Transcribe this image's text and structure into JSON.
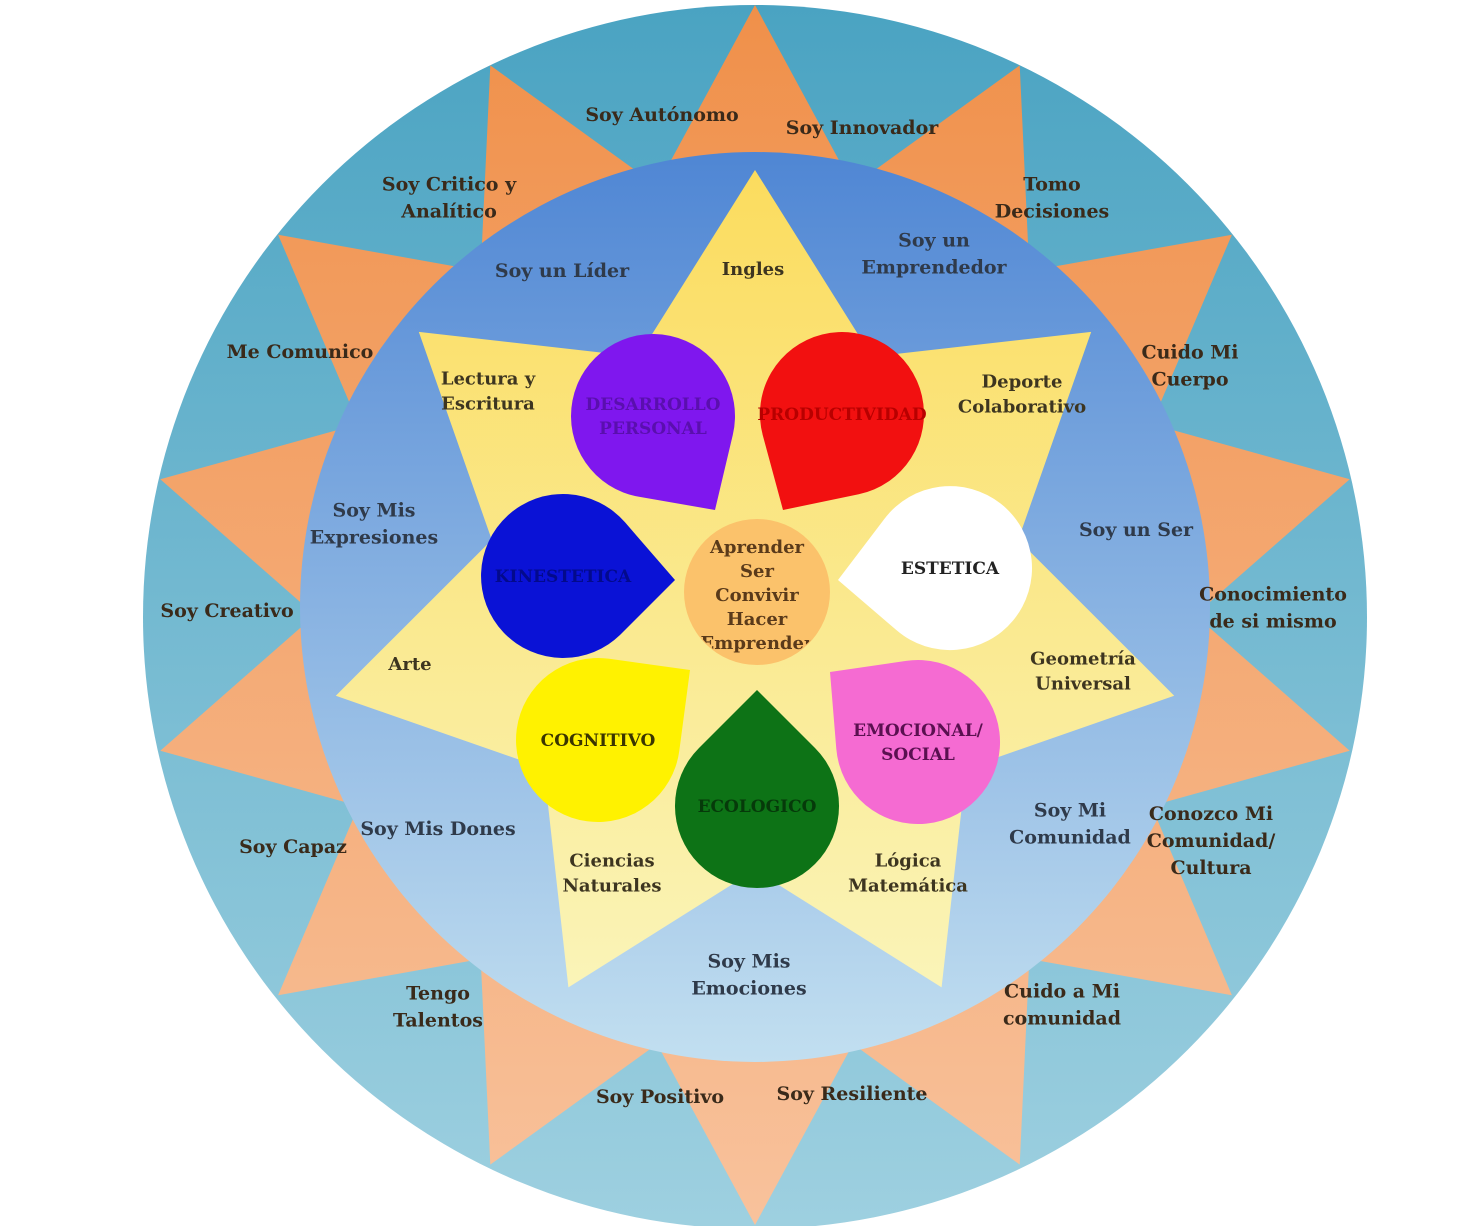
{
  "outer_ring": [
    "Soy Autónomo",
    "Soy Innovador",
    "Tomo|Decisiones",
    "Cuido Mi|Cuerpo",
    "Conocimiento|de si mismo",
    "Conozco Mi|Comunidad/|Cultura",
    "Cuido a Mi|comunidad",
    "Soy Resiliente",
    "Soy Positivo",
    "Tengo|Talentos",
    "Soy Capaz",
    "Soy Creativo",
    "Me Comunico",
    "Soy Critico y|Analítico"
  ],
  "middle_ring": [
    "Soy un Líder",
    "Soy un|Emprendedor",
    "Soy un Ser",
    "Soy Mi|Comunidad",
    "Soy Mis|Emociones",
    "Soy Mis Dones",
    "Soy Mis|Expresiones"
  ],
  "star_subjects": [
    "Ingles",
    "Deporte|Colaborativo",
    "Geometría|Universal",
    "Lógica|Matemática",
    "Ciencias|Naturales",
    "Arte",
    "Lectura y|Escritura"
  ],
  "petals": [
    {
      "label": "DESARROLLO|PERSONAL",
      "color": "#7f17ee",
      "text_color": "#5a0fae"
    },
    {
      "label": "PRODUCTIVIDAD",
      "color": "#f21010",
      "text_color": "#b80000"
    },
    {
      "label": "ESTETICA",
      "color": "#ffffff",
      "text_color": "#222222"
    },
    {
      "label": "EMOCIONAL/|SOCIAL",
      "color": "#f56bd2",
      "text_color": "#5a1050"
    },
    {
      "label": "ECOLOGICO",
      "color": "#0d7316",
      "text_color": "#063a0a"
    },
    {
      "label": "COGNITIVO",
      "color": "#fff200",
      "text_color": "#3a3500"
    },
    {
      "label": "KINESTETICA",
      "color": "#0a12d6",
      "text_color": "#030a8c"
    }
  ],
  "center": [
    "Aprender",
    "Ser",
    "Convivir",
    "Hacer",
    "Emprender"
  ],
  "colors": {
    "outer_circle": "#52a9c4",
    "orange_star": "#f29a58",
    "blue_ring": "#5b8fd8",
    "yellow_star": "#fbe77a",
    "center_circle": "#fbc26b"
  }
}
